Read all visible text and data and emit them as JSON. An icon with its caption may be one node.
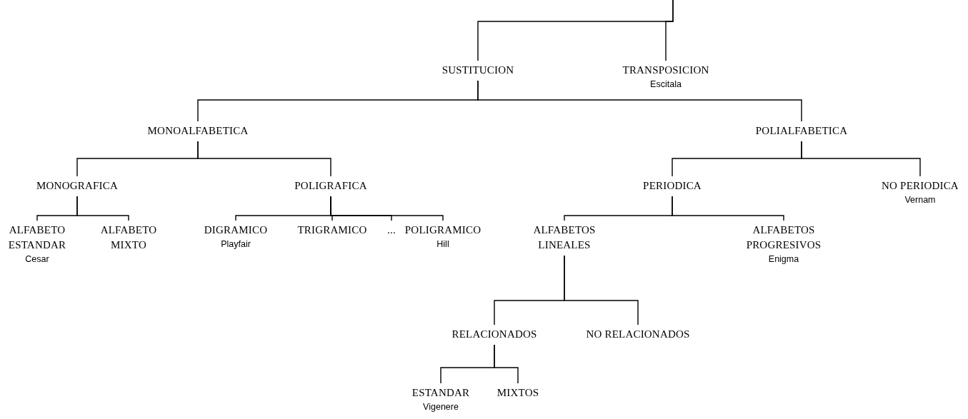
{
  "diagram": {
    "nodes": [
      {
        "text": [
          "SUSTITUCION"
        ]
      },
      {
        "text": [
          "TRANSPOSICION",
          "Escitala"
        ]
      },
      {
        "text": [
          "MONOALFABETICA"
        ]
      },
      {
        "text": [
          "POLIALFABETICA"
        ]
      },
      {
        "text": [
          "MONOGRAFICA"
        ]
      },
      {
        "text": [
          "POLIGRAFICA"
        ]
      },
      {
        "text": [
          "PERIODICA"
        ]
      },
      {
        "text": [
          "NO PERIODICA",
          "Vernam"
        ]
      },
      {
        "text": [
          "ALFABETO ESTANDAR",
          "Cesar"
        ]
      },
      {
        "text": [
          "ALFABETO MIXTO"
        ]
      },
      {
        "text": [
          "DIGRAMICO",
          "Playfair"
        ]
      },
      {
        "text": [
          "TRIGRAMICO"
        ]
      },
      {
        "text": [
          "..."
        ]
      },
      {
        "text": [
          "POLIGRAMICO",
          "Hill"
        ]
      },
      {
        "text": [
          "ALFABETOS LINEALES"
        ]
      },
      {
        "text": [
          "ALFABETOS PROGRESIVOS",
          "Enigma"
        ]
      },
      {
        "text": [
          "RELACIONADOS"
        ]
      },
      {
        "text": [
          "NO RELACIONADOS"
        ]
      },
      {
        "text": [
          "ESTANDAR",
          "Vigenere"
        ]
      },
      {
        "text": [
          "MIXTOS"
        ]
      }
    ],
    "edges": [
      {
        "from": null,
        "to": 0,
        "arrow": "none"
      },
      {
        "from": null,
        "to": 1,
        "arrow": "none"
      },
      {
        "from": 0,
        "to": 2,
        "arrow": "none"
      },
      {
        "from": 0,
        "to": 3,
        "arrow": "none"
      },
      {
        "from": 2,
        "to": 4,
        "arrow": "none"
      },
      {
        "from": 2,
        "to": 5,
        "arrow": "none"
      },
      {
        "from": 3,
        "to": 6,
        "arrow": "none"
      },
      {
        "from": 3,
        "to": 7,
        "arrow": "none"
      },
      {
        "from": 4,
        "to": 8,
        "arrow": "none"
      },
      {
        "from": 4,
        "to": 9,
        "arrow": "none"
      },
      {
        "from": 5,
        "to": 10,
        "arrow": "none"
      },
      {
        "from": 5,
        "to": 11,
        "arrow": "none"
      },
      {
        "from": 5,
        "to": 12,
        "arrow": "none"
      },
      {
        "from": 5,
        "to": 13,
        "arrow": "none"
      },
      {
        "from": 6,
        "to": 14,
        "arrow": "none"
      },
      {
        "from": 6,
        "to": 15,
        "arrow": "none"
      },
      {
        "from": 14,
        "to": 16,
        "arrow": "none"
      },
      {
        "from": 14,
        "to": 17,
        "arrow": "none"
      },
      {
        "from": 16,
        "to": 18,
        "arrow": "none"
      },
      {
        "from": 16,
        "to": 19,
        "arrow": "none"
      }
    ]
  }
}
